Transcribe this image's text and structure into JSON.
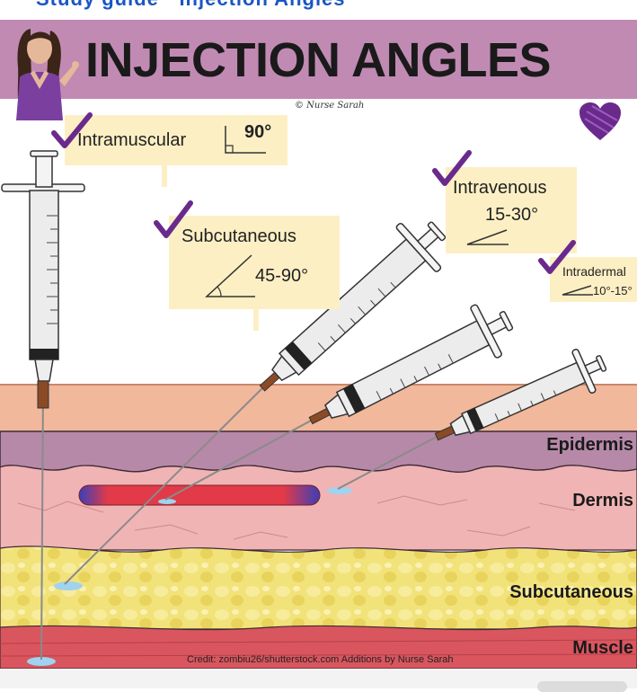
{
  "top_partial_text": "Study guide · Injection Angles",
  "title": "INJECTION ANGLES",
  "signature": "© Nurse Sarah",
  "labels": {
    "intramuscular": {
      "name": "Intramuscular",
      "angle": "90°"
    },
    "subcutaneous": {
      "name": "Subcutaneous",
      "angle": "45-90°"
    },
    "intravenous": {
      "name": "Intravenous",
      "angle": "15-30°"
    },
    "intradermal": {
      "name": "Intradermal",
      "angle": "10°-15°"
    }
  },
  "layers": {
    "epidermis": "Epidermis",
    "dermis": "Dermis",
    "subcutaneous": "Subcutaneous",
    "muscle": "Muscle"
  },
  "credit": "Credit: zombiu26/shutterstock.com Additions by Nurse Sarah",
  "colors": {
    "title_bar": "#c18ab3",
    "label_box": "#fcefc4",
    "check": "#6a2a8c",
    "heart": "#6a2a8c",
    "skin_top": "#f1b89c",
    "epidermis": "#b789a9",
    "dermis": "#f1b4b4",
    "subcutaneous_fat": "#f2e27a",
    "muscle": "#d9565f"
  }
}
